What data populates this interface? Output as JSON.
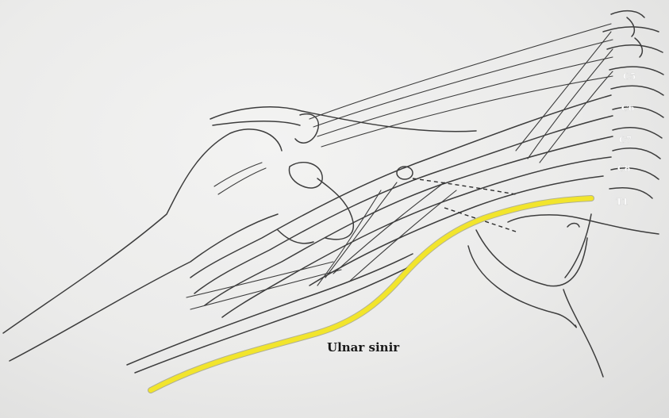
{
  "figure": {
    "nerve_label": "Ulnar sinir",
    "root_labels": [
      "C5",
      "C6",
      "C7",
      "C8",
      "T1"
    ],
    "colors": {
      "paper": "#ebebea",
      "ink": "#3d3d3d",
      "nerve_highlight": "#f2e52c"
    }
  }
}
